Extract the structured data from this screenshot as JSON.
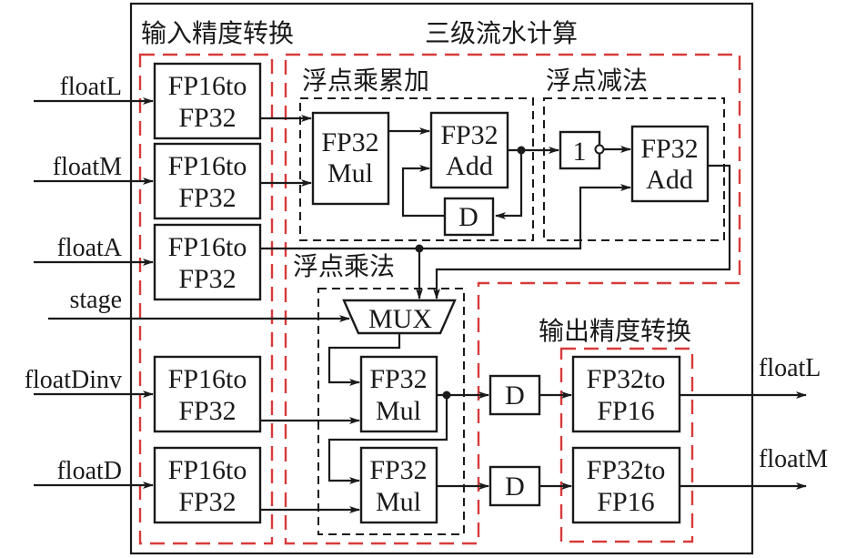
{
  "diagram": {
    "type": "block-diagram",
    "sections": {
      "input_conversion": "输入精度转换",
      "pipeline": "三级流水计算",
      "fp_mac": "浮点乘累加",
      "fp_sub": "浮点减法",
      "fp_mul": "浮点乘法",
      "output_conversion": "输出精度转换"
    },
    "inputs": [
      "floatL",
      "floatM",
      "floatA",
      "stage",
      "floatDinv",
      "floatD"
    ],
    "outputs": [
      "floatL",
      "floatM"
    ],
    "blocks": {
      "fp16to32_line1": "FP16to",
      "fp16to32_line2": "FP32",
      "fp32_line": "FP32",
      "mul_line": "Mul",
      "add_line": "Add",
      "delay": "D",
      "not_gate": "1",
      "mux": "MUX",
      "fp32to16_line1": "FP32to",
      "fp32to16_line2": "FP16"
    },
    "colors": {
      "stage_frame": "#d83a3a",
      "sub_frame": "#1a1a1a",
      "line": "#1a1a1a"
    }
  }
}
